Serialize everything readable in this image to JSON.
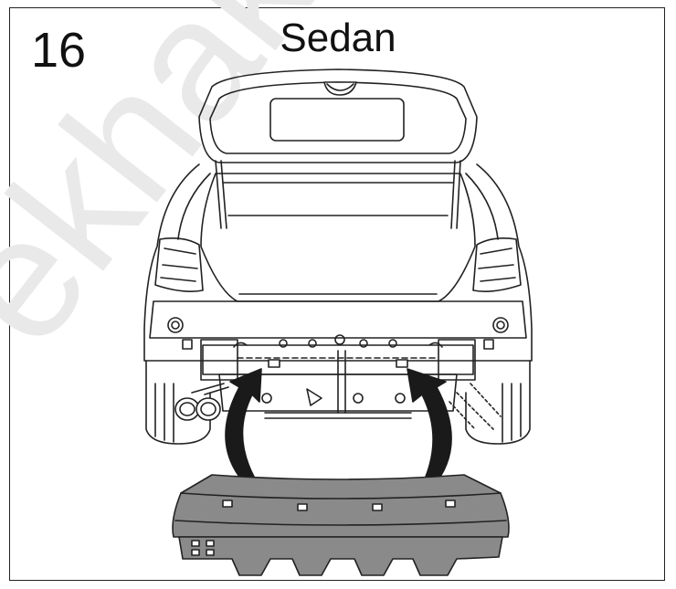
{
  "step": {
    "number": "16"
  },
  "title": "Sedan",
  "watermark": {
    "text": "ekhak"
  },
  "colors": {
    "line": "#222222",
    "bumper_fill": "#8a8a8a",
    "arrow_fill": "#1a1a1a",
    "watermark": "#e9e9e9"
  }
}
